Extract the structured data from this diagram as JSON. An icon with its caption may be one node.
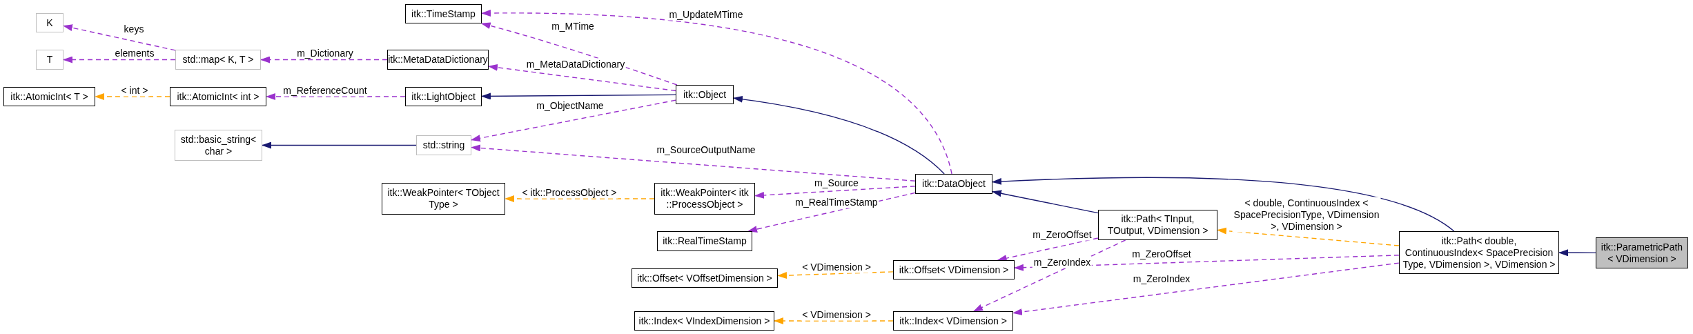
{
  "diagram": {
    "nodes": [
      {
        "text": [
          "K"
        ]
      },
      {
        "text": [
          "T"
        ]
      },
      {
        "text": [
          "std::map< K, T >"
        ]
      },
      {
        "text": [
          "itk::AtomicInt< T >"
        ]
      },
      {
        "text": [
          "itk::AtomicInt< int >"
        ]
      },
      {
        "text": [
          "std::basic_string< char >"
        ]
      },
      {
        "text": [
          "itk::WeakPointer< TObject Type >"
        ]
      },
      {
        "text": [
          "itk::TimeStamp"
        ]
      },
      {
        "text": [
          "itk::MetaDataDictionary"
        ]
      },
      {
        "text": [
          "itk::LightObject"
        ]
      },
      {
        "text": [
          "std::string"
        ]
      },
      {
        "text": [
          "itk::Offset< VOffsetDimension >"
        ]
      },
      {
        "text": [
          "itk::Index< VIndexDimension >"
        ]
      },
      {
        "text": [
          "itk::Object"
        ]
      },
      {
        "text": [
          "itk::WeakPointer< itk ::ProcessObject >"
        ]
      },
      {
        "text": [
          "itk::RealTimeStamp"
        ]
      },
      {
        "text": [
          "itk::DataObject"
        ]
      },
      {
        "text": [
          "itk::Offset< VDimension >"
        ]
      },
      {
        "text": [
          "itk::Index< VDimension >"
        ]
      },
      {
        "text": [
          "itk::Path< TInput, TOutput, VDimension >"
        ]
      },
      {
        "text": [
          "itk::Path< double, ContinuousIndex< SpacePrecision Type, VDimension >, VDimension >"
        ]
      },
      {
        "text": [
          "itk::ParametricPath < VDimension >"
        ]
      }
    ],
    "edges": [
      {
        "from": 2,
        "to": 0,
        "arrow": "to",
        "label": "keys",
        "style": "dashed"
      },
      {
        "from": 2,
        "to": 1,
        "arrow": "to",
        "label": "elements",
        "style": "dashed"
      },
      {
        "from": 8,
        "to": 2,
        "arrow": "to",
        "label": "m_Dictionary",
        "style": "dashed"
      },
      {
        "from": 4,
        "to": 3,
        "arrow": "to",
        "label": "< int >",
        "style": "dashed",
        "color": "#ffa500"
      },
      {
        "from": 9,
        "to": 4,
        "arrow": "to",
        "label": "m_ReferenceCount",
        "style": "dashed"
      },
      {
        "from": 10,
        "to": 5,
        "arrow": "to",
        "color": "#191970"
      },
      {
        "from": 13,
        "to": 9,
        "arrow": "to",
        "color": "#191970"
      },
      {
        "from": 13,
        "to": 7,
        "arrow": "to",
        "label": "m_MTime",
        "style": "dashed"
      },
      {
        "from": 13,
        "to": 8,
        "arrow": "to",
        "label": "m_MetaDataDictionary",
        "style": "dashed"
      },
      {
        "from": 13,
        "to": 10,
        "arrow": "to",
        "label": "m_ObjectName",
        "style": "dashed"
      },
      {
        "from": 16,
        "to": 13,
        "arrow": "to",
        "color": "#191970"
      },
      {
        "from": 16,
        "to": 7,
        "arrow": "to",
        "label": "m_UpdateMTime",
        "style": "dashed"
      },
      {
        "from": 16,
        "to": 10,
        "arrow": "to",
        "label": "m_SourceOutputName",
        "style": "dashed"
      },
      {
        "from": 16,
        "to": 14,
        "arrow": "to",
        "label": "m_Source",
        "style": "dashed"
      },
      {
        "from": 16,
        "to": 15,
        "arrow": "to",
        "label": "m_RealTimeStamp",
        "style": "dashed"
      },
      {
        "from": 14,
        "to": 6,
        "arrow": "to",
        "label": "< itk::ProcessObject >",
        "style": "dashed",
        "color": "#ffa500"
      },
      {
        "from": 19,
        "to": 16,
        "arrow": "to",
        "color": "#191970"
      },
      {
        "from": 19,
        "to": 17,
        "arrow": "to",
        "label": "m_ZeroOffset",
        "style": "dashed"
      },
      {
        "from": 19,
        "to": 18,
        "arrow": "to",
        "label": "m_ZeroIndex",
        "style": "dashed"
      },
      {
        "from": 17,
        "to": 11,
        "arrow": "to",
        "label": "< VDimension >",
        "style": "dashed",
        "color": "#ffa500"
      },
      {
        "from": 18,
        "to": 12,
        "arrow": "to",
        "label": "< VDimension >",
        "style": "dashed",
        "color": "#ffa500"
      },
      {
        "from": 20,
        "to": 16,
        "arrow": "to",
        "color": "#191970"
      },
      {
        "from": 20,
        "to": 19,
        "arrow": "to",
        "label": "< double, ContinuousIndex < SpacePrecisionType, VDimension >, VDimension >",
        "style": "dashed",
        "color": "#ffa500"
      },
      {
        "from": 20,
        "to": 17,
        "arrow": "to",
        "label": "m_ZeroOffset",
        "style": "dashed"
      },
      {
        "from": 20,
        "to": 18,
        "arrow": "to",
        "label": "m_ZeroIndex",
        "style": "dashed"
      },
      {
        "from": 21,
        "to": 20,
        "arrow": "to",
        "color": "#191970"
      }
    ]
  }
}
